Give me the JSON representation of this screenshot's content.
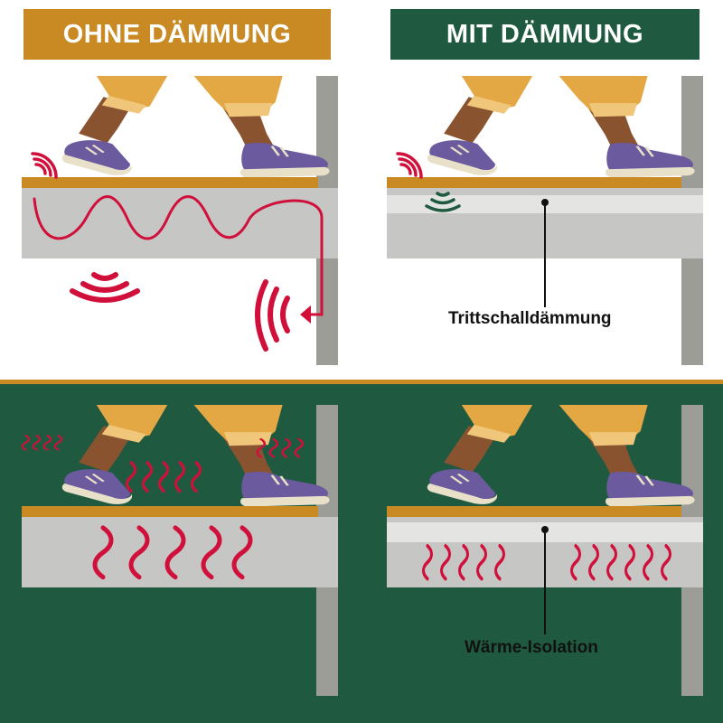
{
  "banners": {
    "left": "OHNE DÄMMUNG",
    "right": "MIT DÄMMUNG"
  },
  "labels": {
    "impact_sound_insulation": "Trittschalldämmung",
    "thermal_insulation": "Wärme-Isolation"
  },
  "colors": {
    "orange": "#c98a24",
    "dark_green": "#1f5a40",
    "accent_red": "#d0103a",
    "concrete": "#c6c6c4",
    "wall": "#9d9d97",
    "shoe_purple": "#6b5a9e",
    "skin": "#8a5330"
  },
  "icons": [
    "walking-legs-icon",
    "sound-wave-icon",
    "heat-wave-icon"
  ]
}
